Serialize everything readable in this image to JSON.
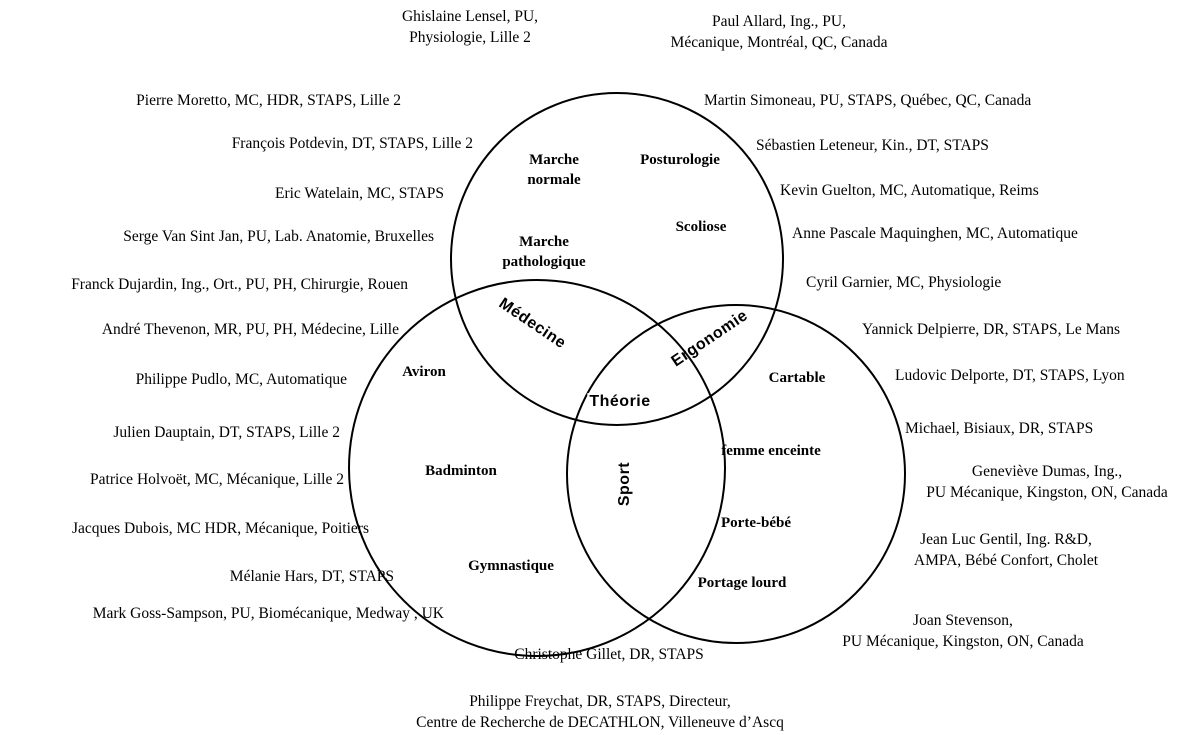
{
  "colors": {
    "line": "#000000",
    "text": "#000000",
    "background": "#ffffff"
  },
  "people": {
    "lensel": [
      "Ghislaine Lensel, PU,",
      "Physiologie, Lille 2"
    ],
    "allard": [
      "Paul Allard, Ing., PU,",
      "Mécanique, Montréal, QC, Canada"
    ],
    "moretto": "Pierre Moretto, MC, HDR, STAPS, Lille 2",
    "potdevin": "François Potdevin, DT, STAPS, Lille 2",
    "watelain": "Eric Watelain, MC, STAPS",
    "vansintjan": "Serge Van Sint Jan, PU, Lab. Anatomie, Bruxelles",
    "dujardin": "Franck Dujardin, Ing., Ort., PU, PH, Chirurgie, Rouen",
    "thevenon": "André Thevenon, MR, PU, PH, Médecine, Lille",
    "pudlo": "Philippe Pudlo, MC, Automatique",
    "dauptain": "Julien Dauptain, DT, STAPS, Lille 2",
    "holvoet": "Patrice Holvoët, MC, Mécanique, Lille 2",
    "dubois": "Jacques Dubois, MC HDR, Mécanique, Poitiers",
    "hars": "Mélanie Hars, DT, STAPS",
    "gosssampson": "Mark Goss-Sampson, PU, Biomécanique, Medway , UK",
    "simoneau": "Martin Simoneau, PU, STAPS, Québec, QC, Canada",
    "leteneur": "Sébastien Leteneur, Kin., DT, STAPS",
    "guelton": "Kevin Guelton, MC, Automatique, Reims",
    "maquinghen": "Anne Pascale Maquinghen, MC, Automatique",
    "garnier": "Cyril Garnier, MC, Physiologie",
    "delpierre": "Yannick Delpierre, DR, STAPS, Le Mans",
    "delporte": "Ludovic Delporte, DT, STAPS, Lyon",
    "bisiaux": "Michael, Bisiaux, DR, STAPS",
    "dumas": [
      "Geneviève Dumas, Ing.,",
      "PU Mécanique, Kingston, ON, Canada"
    ],
    "gentil": [
      "Jean Luc Gentil, Ing. R&D,",
      "AMPA, Bébé Confort, Cholet"
    ],
    "stevenson": [
      "Joan  Stevenson,",
      "PU Mécanique, Kingston, ON, Canada"
    ],
    "gillet": "Christophe Gillet, DR, STAPS",
    "freychat": [
      "Philippe Freychat, DR, STAPS, Directeur,",
      "Centre de Recherche de DECATHLON, Villeneuve d’Ascq"
    ]
  },
  "topics": {
    "marche_normale": [
      "Marche",
      "normale"
    ],
    "posturologie": "Posturologie",
    "marche_pathologique": [
      "Marche",
      "pathologique"
    ],
    "scoliose": "Scoliose",
    "aviron": "Aviron",
    "badminton": "Badminton",
    "gymnastique": "Gymnastique",
    "cartable": "Cartable",
    "femme_enceinte": "femme enceinte",
    "porte_bebe": "Porte-bébé",
    "portage_lourd": "Portage lourd"
  },
  "regions": {
    "medecine": "Médecine",
    "ergonomie": "Ergonomie",
    "theorie": "Théorie",
    "sport": "Sport"
  }
}
